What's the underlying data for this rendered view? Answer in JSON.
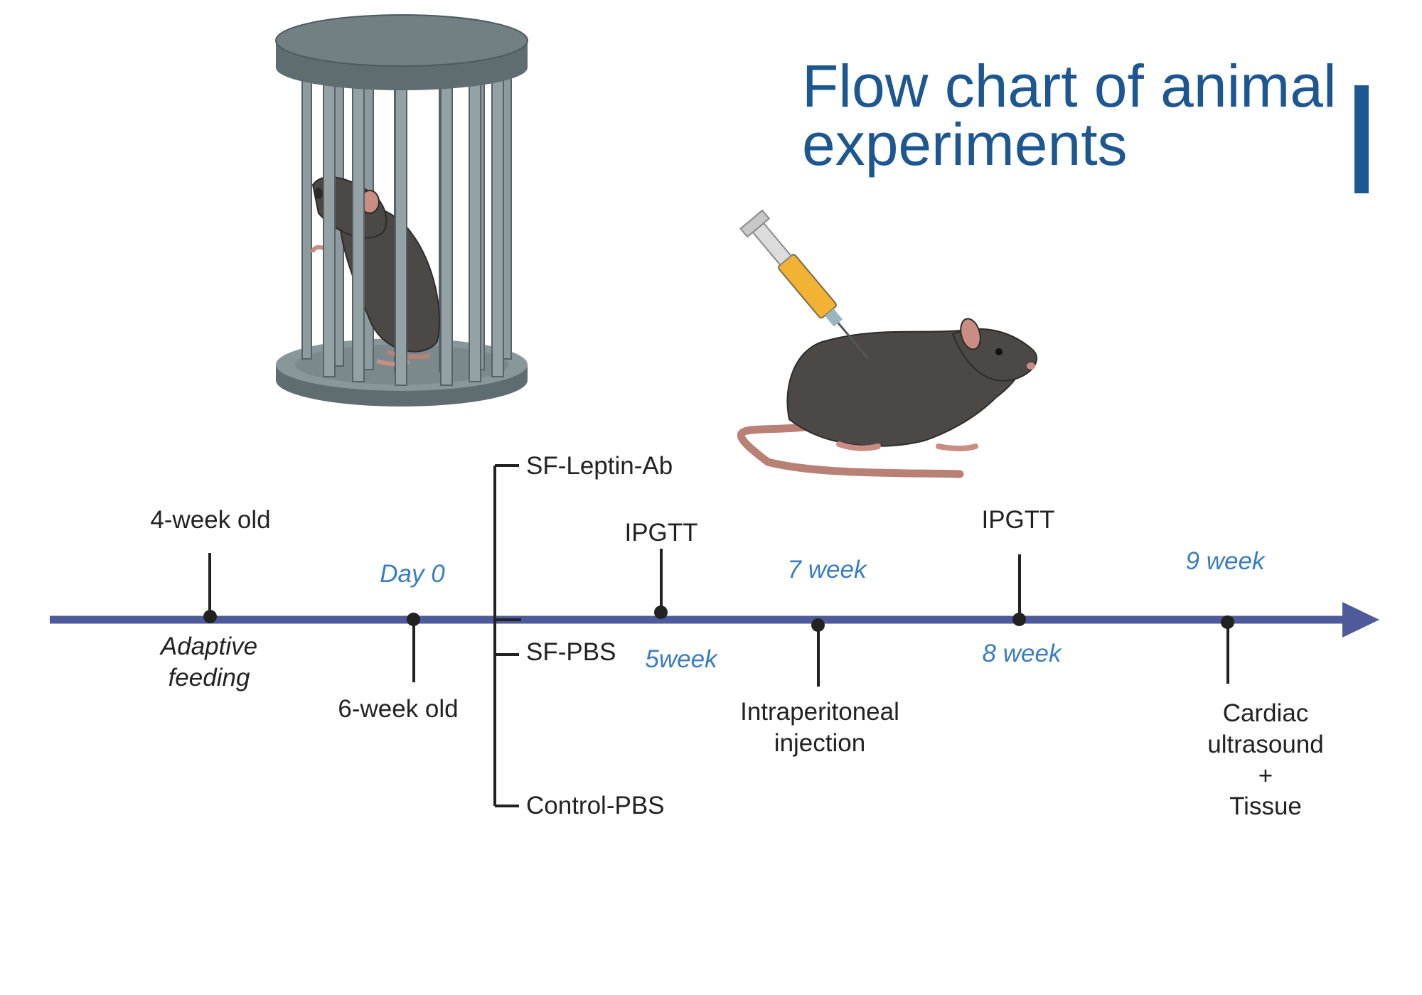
{
  "title": "Flow chart of animal\nexperiments",
  "colors": {
    "title": "#1d5791",
    "timeline": "#4f5a9a",
    "week_labels": "#3a7dc0",
    "text": "#222222",
    "cage": "#6f7d80",
    "mouse": "#4b4846"
  },
  "icons": [
    "mouse-cage-icon",
    "injected-mouse-icon"
  ],
  "timeline": {
    "above": {
      "age_4": "4-week old",
      "day0": "Day 0",
      "ipgtt_1": "IPGTT",
      "week7": "7 week",
      "ipgtt_2": "IPGTT",
      "week9": "9 week"
    },
    "below": {
      "adaptive": "Adaptive\nfeeding",
      "age_6": "6-week old",
      "week5": "5week",
      "injection": "Intraperitoneal\ninjection",
      "week8": "8 week",
      "endpoint": "Cardiac ultrasound\n+\nTissue"
    }
  },
  "groups": [
    "SF-Leptin-Ab",
    "SF-PBS",
    "Control-PBS"
  ]
}
